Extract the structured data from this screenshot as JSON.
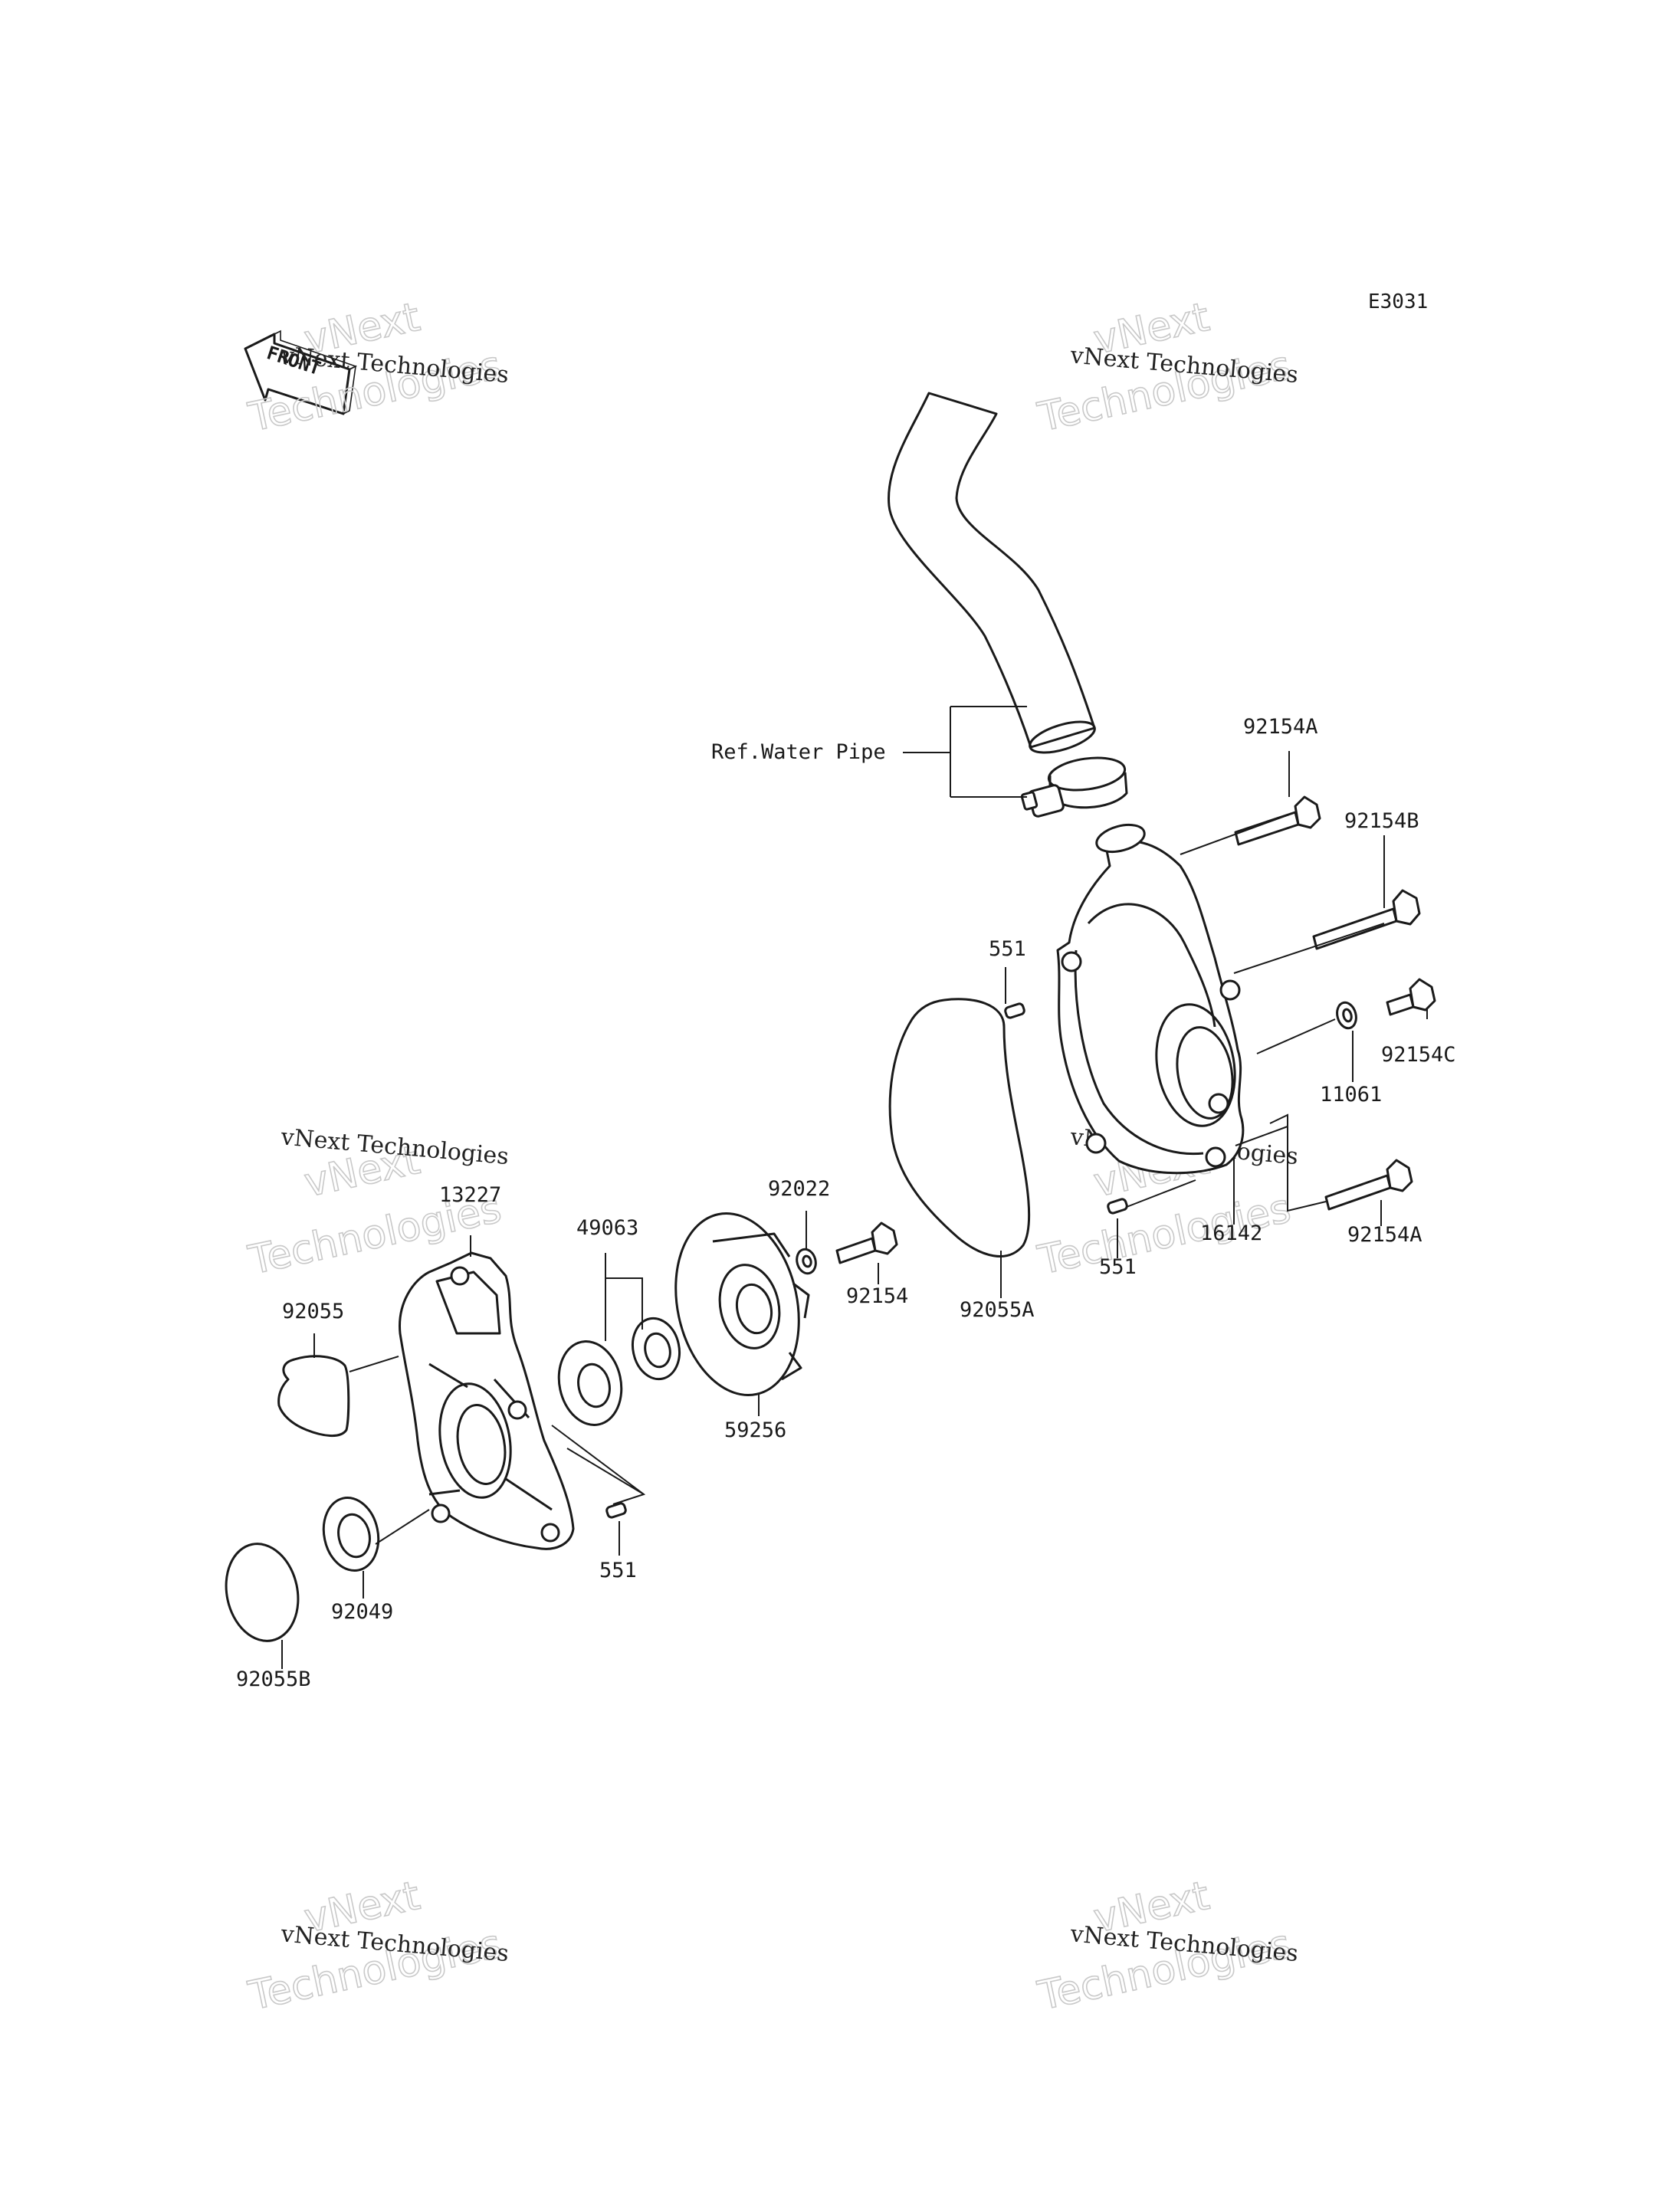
{
  "diagram_code": "E3031",
  "front_arrow_label": "FRONT",
  "watermark": {
    "small": "vNext Technologies",
    "big_line1": "vNext",
    "big_line2": "Technologies"
  },
  "reference_label": "Ref.Water Pipe",
  "parts": [
    {
      "id": "p1",
      "number": "92154A"
    },
    {
      "id": "p2",
      "number": "92154B"
    },
    {
      "id": "p3",
      "number": "551"
    },
    {
      "id": "p4",
      "number": "92154C"
    },
    {
      "id": "p5",
      "number": "11061"
    },
    {
      "id": "p6",
      "number": "13227"
    },
    {
      "id": "p7",
      "number": "92022"
    },
    {
      "id": "p8",
      "number": "49063"
    },
    {
      "id": "p9",
      "number": "92154"
    },
    {
      "id": "p10",
      "number": "92055A"
    },
    {
      "id": "p11",
      "number": "551"
    },
    {
      "id": "p12",
      "number": "16142"
    },
    {
      "id": "p13",
      "number": "92154A"
    },
    {
      "id": "p14",
      "number": "92055"
    },
    {
      "id": "p15",
      "number": "59256"
    },
    {
      "id": "p16",
      "number": "551"
    },
    {
      "id": "p17",
      "number": "92049"
    },
    {
      "id": "p18",
      "number": "92055B"
    }
  ]
}
